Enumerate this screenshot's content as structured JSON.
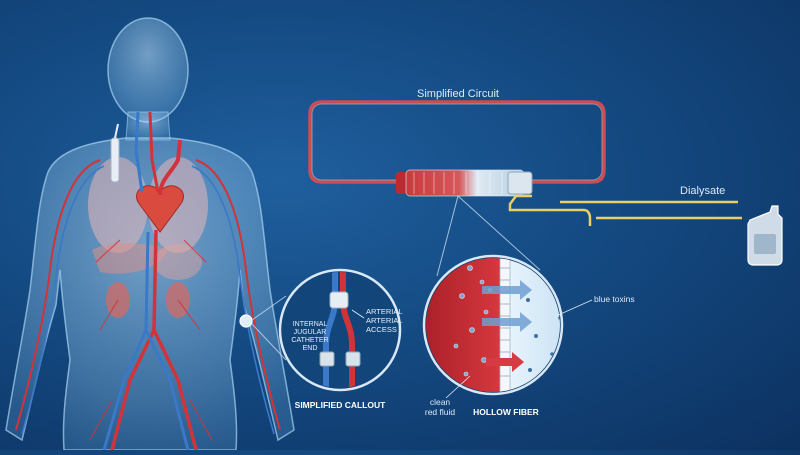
{
  "labels": {
    "circuit_title": "Simplified Circuit",
    "dialysate": "Dialysate",
    "blue_toxins": "blue toxins",
    "clean_line1": "clean",
    "clean_line2": "red fluid",
    "hollow_fiber": "HOLLOW FIBER",
    "arterial_line1": "ARTERIAL",
    "arterial_line2": "ARTERIAL",
    "arterial_line3": "ACCESS",
    "jugular_line1": "INTERNAL",
    "jugular_line2": "JUGULAR",
    "jugular_line3": "CATHETER",
    "jugular_line4": "END",
    "simplified_callout": "SIMPLIFIED CALLOUT"
  },
  "colors": {
    "background": "#144a82",
    "blood_red": "#d0343a",
    "vein_blue": "#3a78c8",
    "dialysate_yellow": "#e8cf6a",
    "fiber_blue": "#cfe8fb",
    "label_text": "#dce9f7"
  },
  "icons": {
    "dialysate_container": "jug-icon",
    "flow_arrows": "arrow-right-icon"
  }
}
